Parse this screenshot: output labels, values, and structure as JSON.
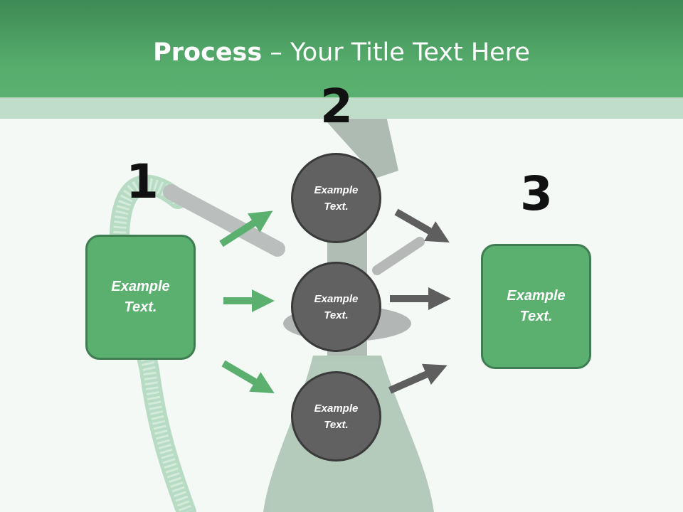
{
  "title": {
    "bold": "Process",
    "rest": " – Your Title Text Here"
  },
  "steps": [
    {
      "number": "1",
      "text": "Example\nText."
    },
    {
      "number": "2",
      "items": [
        "Example\nText.",
        "Example\nText.",
        "Example\nText."
      ]
    },
    {
      "number": "3",
      "text": "Example\nText."
    }
  ],
  "colors": {
    "green": "#5bb070",
    "green_dark": "#3e7e52",
    "gray": "#616161",
    "arrow_gray": "#5e5e5e"
  }
}
